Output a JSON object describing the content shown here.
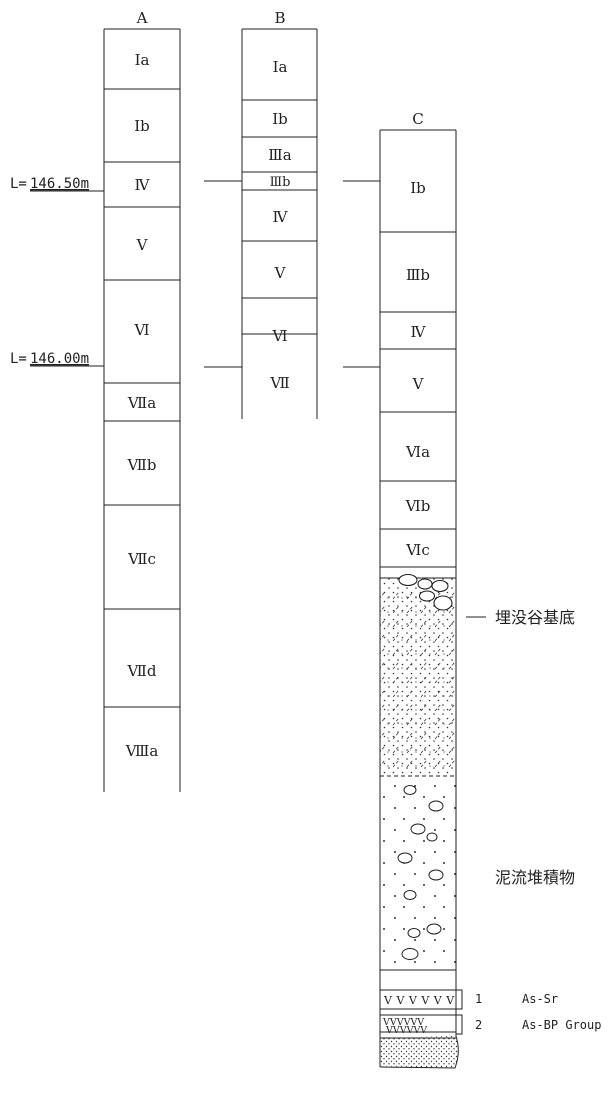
{
  "columns": {
    "A": {
      "header": "A",
      "layers": [
        "Ⅰa",
        "Ⅰb",
        "Ⅳ",
        "Ⅴ",
        "Ⅵ",
        "Ⅶa",
        "Ⅶb",
        "Ⅶc",
        "Ⅶd",
        "Ⅷa"
      ]
    },
    "B": {
      "header": "B",
      "layers": [
        "Ⅰa",
        "Ⅰb",
        "Ⅲa",
        "Ⅲb",
        "Ⅳ",
        "Ⅴ",
        "Ⅵ",
        "Ⅶ"
      ]
    },
    "C": {
      "header": "C",
      "layers": [
        "Ⅰb",
        "Ⅲb",
        "Ⅳ",
        "Ⅴ",
        "Ⅵa",
        "Ⅵb",
        "Ⅵc"
      ]
    }
  },
  "levels": {
    "upper": {
      "prefix": "L=",
      "value": "146.50m"
    },
    "lower": {
      "prefix": "L=",
      "value": "146.00m"
    }
  },
  "annotations": {
    "buried_valley_base": "埋没谷基底",
    "mudflow_deposit": "泥流堆積物"
  },
  "tephra": [
    {
      "number": "1",
      "label": "As-Sr"
    },
    {
      "number": "2",
      "label": "As-BP Group"
    }
  ]
}
